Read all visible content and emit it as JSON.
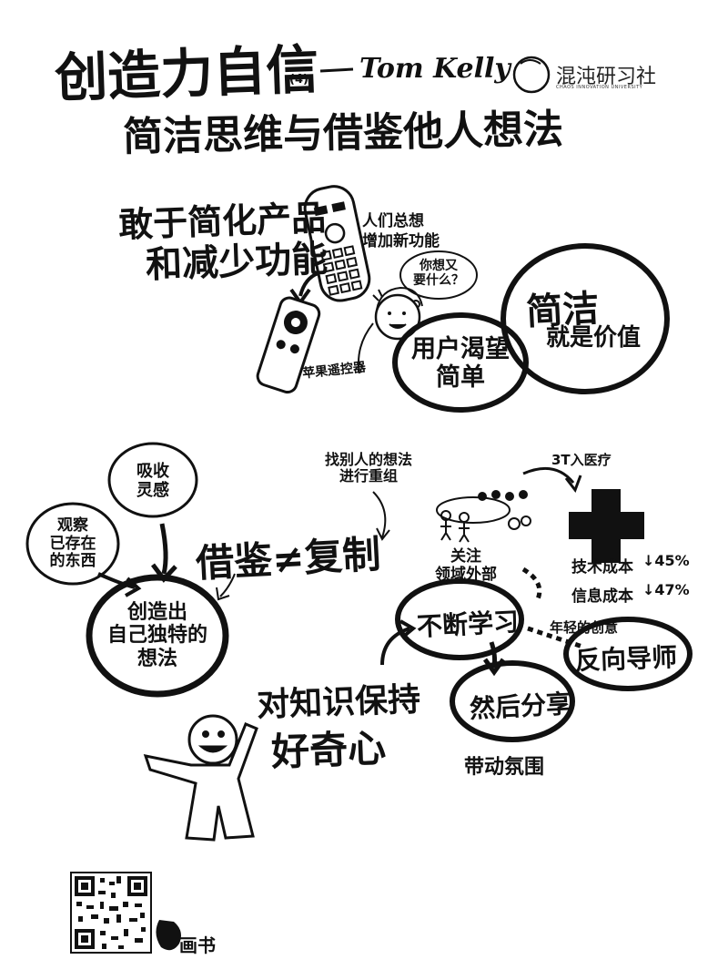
{
  "header": {
    "title": "创造力自信",
    "part": "(4)",
    "dash": "—",
    "author": "Tom Kelly",
    "subtitle": "简洁思维与借鉴他人想法",
    "brand_name": "混沌研习社",
    "brand_tagline": "CHAOS INNOVATION UNIVERSITY"
  },
  "section1": {
    "headline_line1": "敢于简化产品",
    "headline_line2": "和减少功能",
    "remote_note_line1": "人们总想",
    "remote_note_line2": "增加新功能",
    "simple_remote_label": "苹果遥控器",
    "thought_bubble_line1": "你想又",
    "thought_bubble_line2": "要什么？",
    "user_circle_line1": "用户渴望",
    "user_circle_line2": "简单",
    "value_circle_line1": "简洁",
    "value_circle_line2": "就是价值"
  },
  "section2": {
    "small_circle_1_line1": "吸收",
    "small_circle_1_line2": "灵感",
    "small_circle_2_line1": "观察",
    "small_circle_2_line2": "已存在",
    "small_circle_2_line3": "的东西",
    "borrow_label": "借鉴≠复制",
    "recombine_note_line1": "找别人的想法",
    "recombine_note_line2": "进行重组",
    "big_circle_line1": "创造出",
    "big_circle_line2": "自己独特的",
    "big_circle_line3": "想法",
    "curiosity_line1": "对知识保持",
    "curiosity_line2": "好奇心",
    "hospital_note": "3T入医疗",
    "outside_note_line1": "关注",
    "outside_note_line2": "领域外部",
    "tech_cost": "技术成本",
    "tech_pct": "↓45%",
    "info_cost": "信息成本",
    "info_pct": "↓47%",
    "learning_circle": "不断学习",
    "young_note": "年轻的创意",
    "reverse_circle": "反向导师",
    "share_circle": "然后分享",
    "drive_label": "带动氛围"
  },
  "footer": {
    "brand": "画书"
  }
}
